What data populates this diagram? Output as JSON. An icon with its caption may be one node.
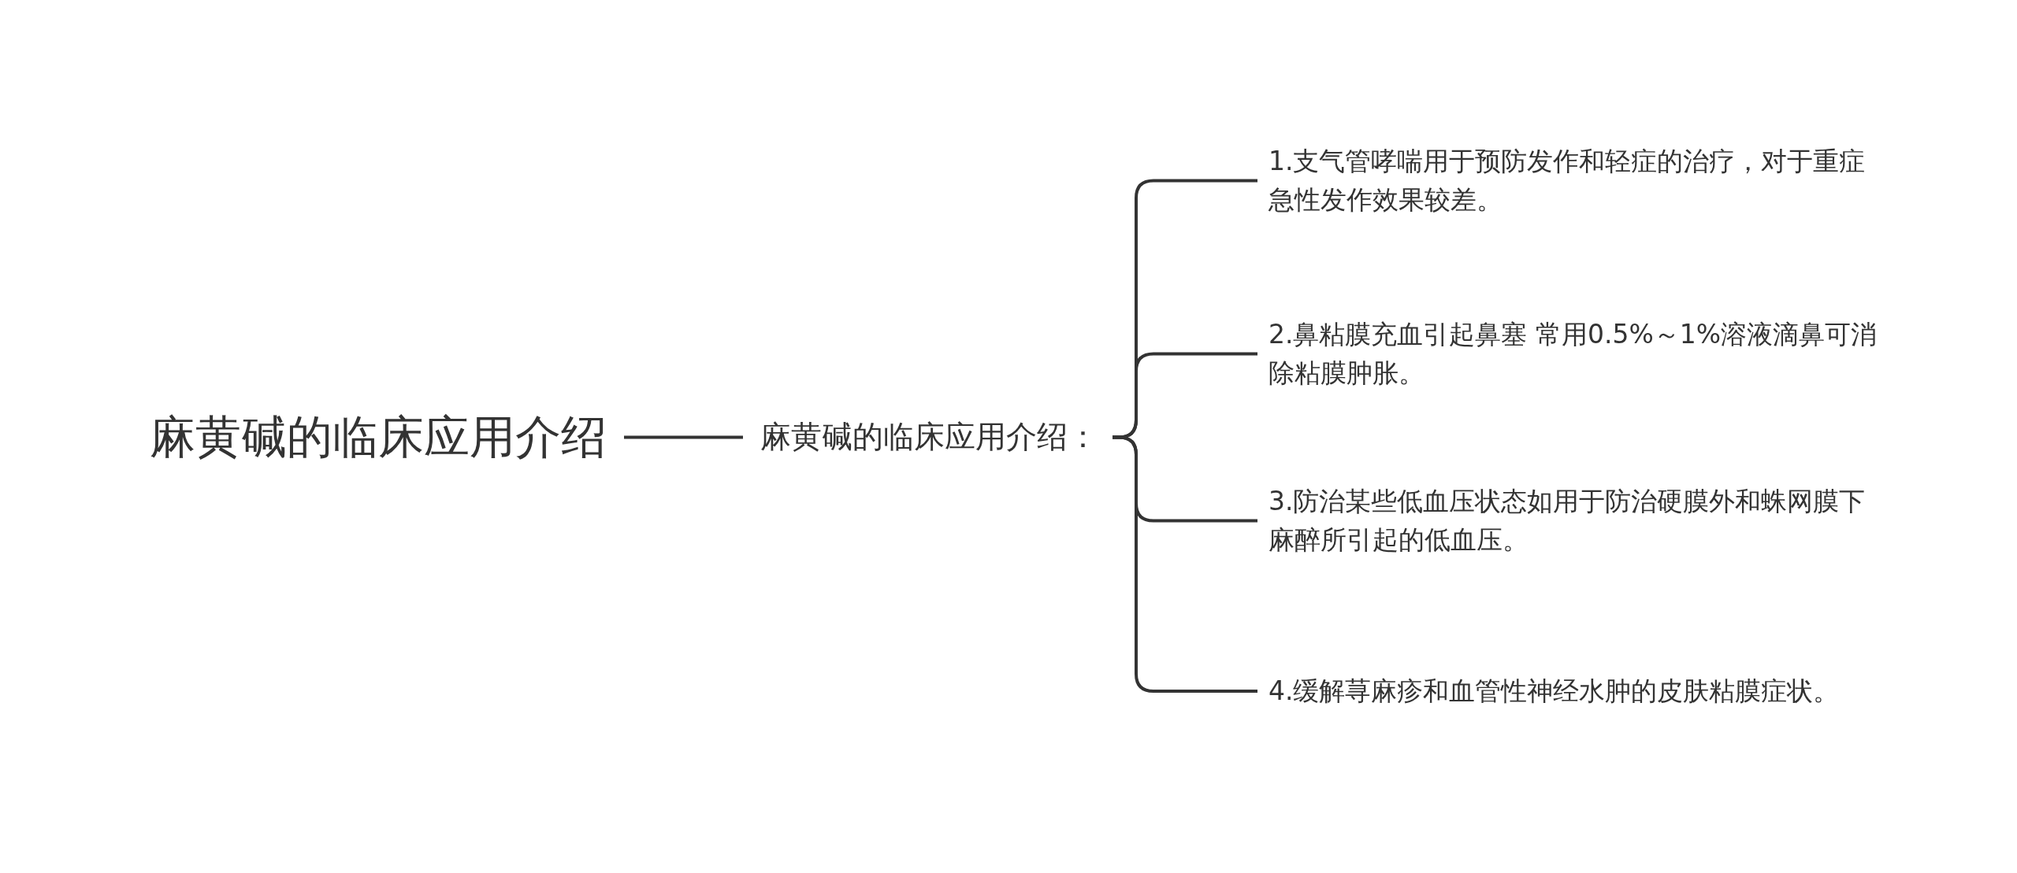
{
  "diagram": {
    "nodes": [
      {
        "text": [
          "麻黄碱的临床应用介绍"
        ]
      },
      {
        "text": [
          "麻黄碱的临床应用介绍："
        ]
      },
      {
        "text": [
          "1.支气管哮喘用于预防发作和轻症的治疗，对于重症急性发作效果较差。"
        ]
      },
      {
        "text": [
          "2.鼻粘膜充血引起鼻塞 常用0.5%～1%溶液滴鼻可消除粘膜肿胀。"
        ]
      },
      {
        "text": [
          "3.防治某些低血压状态如用于防治硬膜外和蛛网膜下麻醉所引起的低血压。"
        ]
      },
      {
        "text": [
          "4.缓解荨麻疹和血管性神经水肿的皮肤粘膜症状。"
        ]
      }
    ],
    "edges": [
      {
        "from": 0,
        "to": 1,
        "arrow": "none"
      },
      {
        "from": 1,
        "to": 2,
        "arrow": "none"
      },
      {
        "from": 1,
        "to": 3,
        "arrow": "none"
      },
      {
        "from": 1,
        "to": 4,
        "arrow": "none"
      },
      {
        "from": 1,
        "to": 5,
        "arrow": "none"
      }
    ]
  }
}
